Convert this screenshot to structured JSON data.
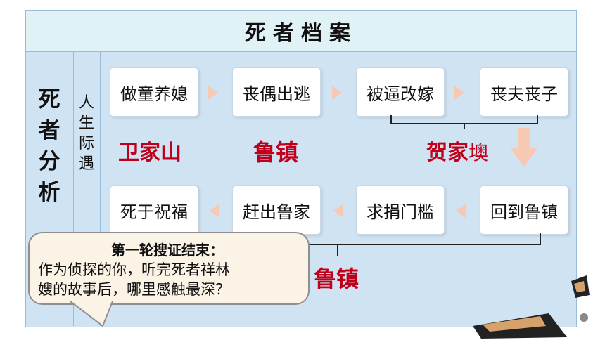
{
  "title": "死者档案",
  "side_label": [
    "死",
    "者",
    "分",
    "析"
  ],
  "sub_label": [
    "人",
    "生",
    "际",
    "遇"
  ],
  "row1": [
    "做童养媳",
    "丧偶出逃",
    "被逼改嫁",
    "丧夫丧子"
  ],
  "row2": [
    "死于祝福",
    "赶出鲁家",
    "求捐门槛",
    "回到鲁镇"
  ],
  "places": {
    "p1": "卫家山",
    "p2": "鲁镇",
    "p3_a": "贺家",
    "p3_b": "墺",
    "p4": "鲁镇"
  },
  "bubble": {
    "title": "第一轮搜证结束：",
    "line1": "作为侦探的你，听完死者祥林",
    "line2": "嫂的故事后，哪里感触最深？"
  },
  "colors": {
    "panel": "#cfe3f3",
    "header": "#e1f2f7",
    "place_text": "#c0001a",
    "arrow": "#f7c8b2",
    "bubble_bg": "#fbf3e6"
  }
}
